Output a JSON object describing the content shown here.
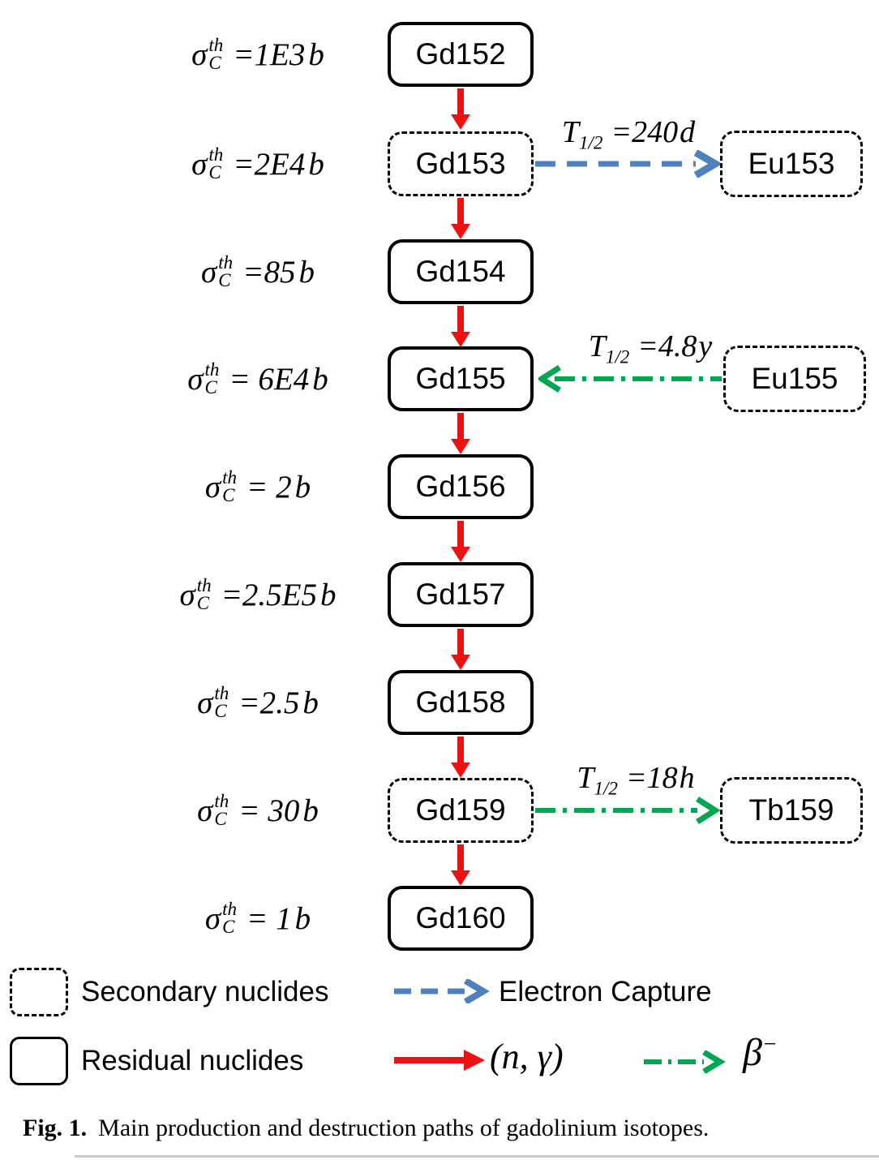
{
  "figure": {
    "caption_label": "Fig. 1.",
    "caption_text": "Main production and destruction paths of gadolinium isotopes."
  },
  "colors": {
    "n_gamma": "#ee1111",
    "electron_capture": "#4f81bd",
    "beta_minus": "#00a651",
    "node_border": "#000000"
  },
  "chain_nodes": [
    {
      "label": "Gd152",
      "type": "residual",
      "sigma_symbol": "σ",
      "sigma_sup": "th",
      "sigma_sub": "C",
      "sigma_value": "=1E3",
      "sigma_unit": "b"
    },
    {
      "label": "Gd153",
      "type": "secondary",
      "sigma_symbol": "σ",
      "sigma_sup": "th",
      "sigma_sub": "C",
      "sigma_value": "=2E4",
      "sigma_unit": "b"
    },
    {
      "label": "Gd154",
      "type": "residual",
      "sigma_symbol": "σ",
      "sigma_sup": "th",
      "sigma_sub": "C",
      "sigma_value": "=85",
      "sigma_unit": "b"
    },
    {
      "label": "Gd155",
      "type": "residual",
      "sigma_symbol": "σ",
      "sigma_sup": "th",
      "sigma_sub": "C",
      "sigma_value": "= 6E4",
      "sigma_unit": "b"
    },
    {
      "label": "Gd156",
      "type": "residual",
      "sigma_symbol": "σ",
      "sigma_sup": "th",
      "sigma_sub": "C",
      "sigma_value": "= 2",
      "sigma_unit": "b"
    },
    {
      "label": "Gd157",
      "type": "residual",
      "sigma_symbol": "σ",
      "sigma_sup": "th",
      "sigma_sub": "C",
      "sigma_value": "=2.5E5",
      "sigma_unit": "b"
    },
    {
      "label": "Gd158",
      "type": "residual",
      "sigma_symbol": "σ",
      "sigma_sup": "th",
      "sigma_sub": "C",
      "sigma_value": "=2.5",
      "sigma_unit": "b"
    },
    {
      "label": "Gd159",
      "type": "secondary",
      "sigma_symbol": "σ",
      "sigma_sup": "th",
      "sigma_sub": "C",
      "sigma_value": "= 30",
      "sigma_unit": "b"
    },
    {
      "label": "Gd160",
      "type": "residual",
      "sigma_symbol": "σ",
      "sigma_sup": "th",
      "sigma_sub": "C",
      "sigma_value": "= 1",
      "sigma_unit": "b"
    }
  ],
  "side_nodes": [
    {
      "label": "Eu153",
      "type": "secondary"
    },
    {
      "label": "Eu155",
      "type": "secondary"
    },
    {
      "label": "Tb159",
      "type": "secondary"
    }
  ],
  "decay_arrows": [
    {
      "from": "Gd153",
      "to": "Eu153",
      "mode": "electron-capture",
      "hl_symbol": "T",
      "hl_sub": "1/2",
      "hl_value": "=240",
      "hl_unit": "d"
    },
    {
      "from": "Eu155",
      "to": "Gd155",
      "mode": "beta-minus",
      "hl_symbol": "T",
      "hl_sub": "1/2",
      "hl_value": "=4.8",
      "hl_unit": "y"
    },
    {
      "from": "Gd159",
      "to": "Tb159",
      "mode": "beta-minus",
      "hl_symbol": "T",
      "hl_sub": "1/2",
      "hl_value": "=18",
      "hl_unit": "h"
    }
  ],
  "legend": {
    "secondary_label": "Secondary nuclides",
    "residual_label": "Residual nuclides",
    "electron_capture_label": "Electron Capture",
    "n_gamma_label": "(n, γ)",
    "beta_symbol": "β",
    "beta_sup": "−"
  }
}
